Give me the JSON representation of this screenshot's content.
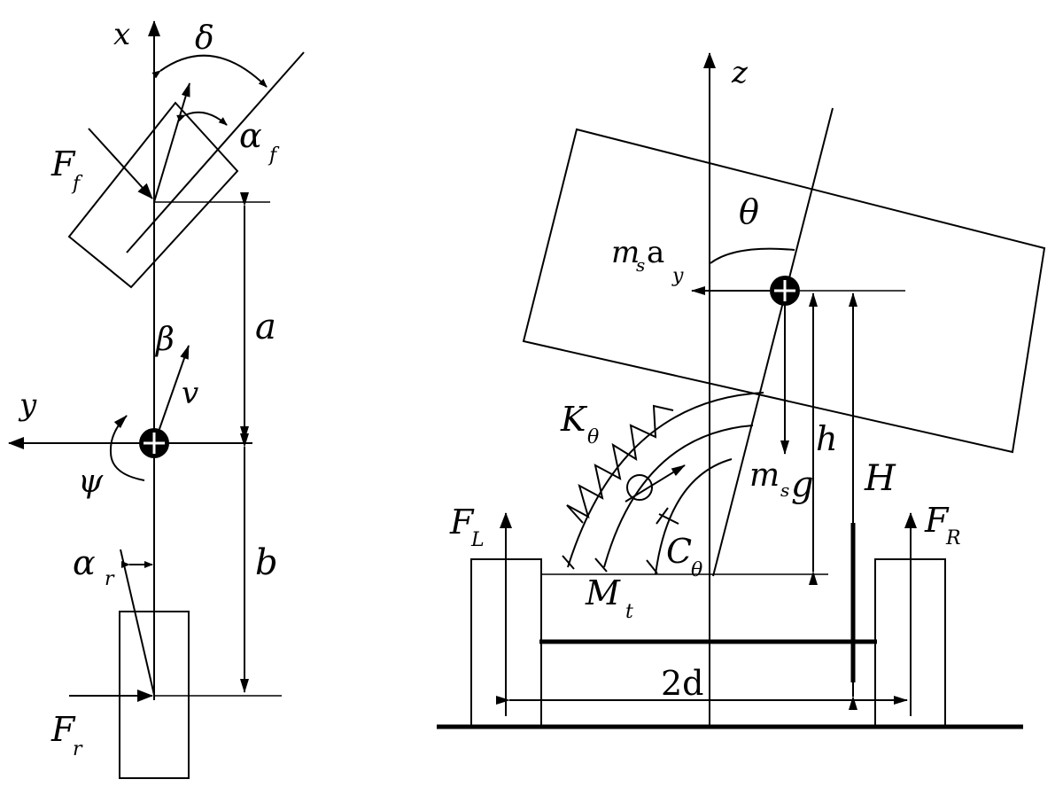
{
  "left": {
    "axis_x": "x",
    "axis_y": "y",
    "steer_angle": "δ",
    "front_slip": {
      "main": "α",
      "sub": "f"
    },
    "front_force": {
      "main": "F",
      "sub": "f"
    },
    "sideslip": "β",
    "velocity": "v",
    "yaw": "ψ",
    "dist_a": "a",
    "dist_b": "b",
    "rear_slip": {
      "main": "α",
      "sub": "r"
    },
    "rear_force": {
      "main": "F",
      "sub": "r"
    }
  },
  "right": {
    "axis_z": "z",
    "roll_angle": "θ",
    "lateral_force": {
      "m": "m",
      "s": "s",
      "a": "a",
      "y": "y"
    },
    "weight": {
      "m": "m",
      "s": "s",
      "g": "g"
    },
    "stiffness": {
      "main": "K",
      "sub": "θ"
    },
    "damping": {
      "main": "C",
      "sub": "θ"
    },
    "moment": {
      "main": "M",
      "sub": "t"
    },
    "height_h": "h",
    "height_H": "H",
    "left_force": {
      "main": "F",
      "sub": "L"
    },
    "right_force": {
      "main": "F",
      "sub": "R"
    },
    "track": "2d"
  }
}
